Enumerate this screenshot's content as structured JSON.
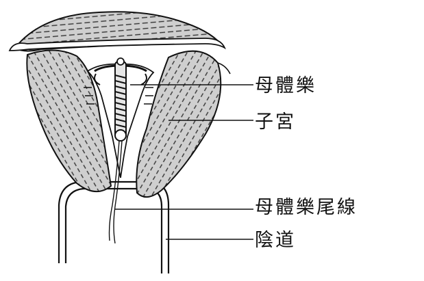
{
  "labels": {
    "device": "母體樂",
    "uterus": "子宮",
    "string": "母體樂尾線",
    "vagina": "陰道"
  }
}
